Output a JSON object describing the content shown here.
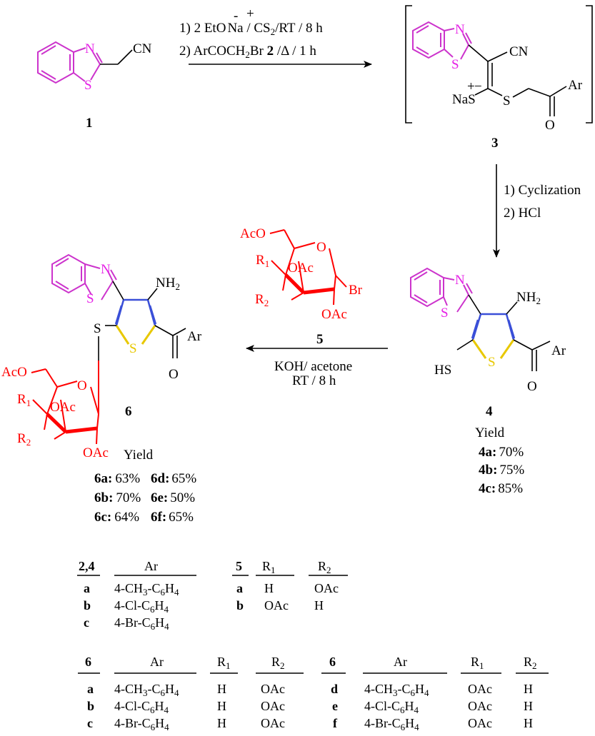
{
  "compounds": {
    "c1": {
      "label": "1",
      "cn": "CN",
      "n": "N",
      "s": "S"
    },
    "c3": {
      "label": "3",
      "cn": "CN",
      "n": "N",
      "s": "S",
      "nas": "NaS",
      "s2": "S",
      "ar": "Ar",
      "o": "O",
      "plus": "+",
      "minus": "−"
    },
    "c4": {
      "label": "4",
      "nh2": "NH",
      "nh2_sub": "2",
      "hs": "HS",
      "s": "S",
      "n": "N",
      "s_bt": "S",
      "ar": "Ar",
      "o": "O"
    },
    "c5": {
      "label": "5",
      "aco": "AcO",
      "r1": "R",
      "r1_sub": "1",
      "r2": "R",
      "r2_sub": "2",
      "o": "O",
      "oac1": "OAc",
      "oac2": "OAc",
      "br": "Br"
    },
    "c6": {
      "label": "6",
      "nh2": "NH",
      "nh2_sub": "2",
      "s_link": "S",
      "s": "S",
      "n": "N",
      "s_bt": "S",
      "ar": "Ar",
      "o": "O",
      "aco": "AcO",
      "r1": "R",
      "r1_sub": "1",
      "r2": "R",
      "r2_sub": "2",
      "o_ring": "O",
      "oac1": "OAc",
      "oac2": "OAc"
    }
  },
  "arrow1": {
    "step1_a": "1) 2 EtO",
    "step1_na": "Na",
    "step1_b": " / CS",
    "step1_sub": "2",
    "step1_c": "/RT / 8 h",
    "minus": "-",
    "plus": "+",
    "step2_a": "2) ArCOCH",
    "step2_sub": "2",
    "step2_b": "Br ",
    "step2_bold": "2",
    "step2_c": " /Δ / 1 h"
  },
  "arrow2": {
    "line1": "1) Cyclization",
    "line2": "2) HCl"
  },
  "arrow3": {
    "reagent": "5",
    "line1": "KOH/ acetone",
    "line2": "RT / 8 h"
  },
  "yields4": {
    "heading": "Yield",
    "rows": [
      {
        "id": "4a:",
        "value": "70%"
      },
      {
        "id": "4b:",
        "value": "75%"
      },
      {
        "id": "4c:",
        "value": "85%"
      }
    ]
  },
  "yields6": {
    "heading": "Yield",
    "rows": [
      {
        "id_a": "6a:",
        "val_a": "63%",
        "id_b": "6d:",
        "val_b": "65%"
      },
      {
        "id_a": "6b:",
        "val_a": "70%",
        "id_b": "6e:",
        "val_b": "50%"
      },
      {
        "id_a": "6c:",
        "val_a": "64%",
        "id_b": "6f:",
        "val_b": "65%"
      }
    ]
  },
  "table24": {
    "header_id": "2,4",
    "header_ar": "Ar",
    "rows": [
      {
        "id": "a",
        "ar": "4-CH",
        "ar_s1": "3",
        "ar_m": "-C",
        "ar_m2": "6",
        "ar_e": "H",
        "ar_s3": "4"
      },
      {
        "id": "b",
        "ar": "4-Cl-C",
        "ar_s1": "",
        "ar_m": "",
        "ar_m2": "6",
        "ar_e": "H",
        "ar_s3": "4"
      },
      {
        "id": "c",
        "ar": "4-Br-C",
        "ar_s1": "",
        "ar_m": "",
        "ar_m2": "6",
        "ar_e": "H",
        "ar_s3": "4"
      }
    ]
  },
  "table5": {
    "header_id": "5",
    "header_r1": "R",
    "header_r1_sub": "1",
    "header_r2": "R",
    "header_r2_sub": "2",
    "rows": [
      {
        "id": "a",
        "r1": "H",
        "r2": "OAc"
      },
      {
        "id": "b",
        "r1": "OAc",
        "r2": "H"
      }
    ]
  },
  "table6": {
    "header_id": "6",
    "header_ar": "Ar",
    "header_r1": "R",
    "header_r1_sub": "1",
    "header_r2": "R",
    "header_r2_sub": "2",
    "rows_left": [
      {
        "id": "a",
        "ar": "4-CH",
        "ar_s1": "3",
        "ar_m": "-C",
        "ar_m2": "6",
        "ar_e": "H",
        "ar_s3": "4",
        "r1": "H",
        "r2": "OAc"
      },
      {
        "id": "b",
        "ar": "4-Cl-C",
        "ar_s1": "",
        "ar_m": "",
        "ar_m2": "6",
        "ar_e": "H",
        "ar_s3": "4",
        "r1": "H",
        "r2": "OAc"
      },
      {
        "id": "c",
        "ar": "4-Br-C",
        "ar_s1": "",
        "ar_m": "",
        "ar_m2": "6",
        "ar_e": "H",
        "ar_s3": "4",
        "r1": "H",
        "r2": "OAc"
      }
    ],
    "rows_right": [
      {
        "id": "d",
        "ar": "4-CH",
        "ar_s1": "3",
        "ar_m": "-C",
        "ar_m2": "6",
        "ar_e": "H",
        "ar_s3": "4",
        "r1": "OAc",
        "r2": "H"
      },
      {
        "id": "e",
        "ar": "4-Cl-C",
        "ar_s1": "",
        "ar_m": "",
        "ar_m2": "6",
        "ar_e": "H",
        "ar_s3": "4",
        "r1": "OAc",
        "r2": "H"
      },
      {
        "id": "f",
        "ar": "4-Br-C",
        "ar_s1": "",
        "ar_m": "",
        "ar_m2": "6",
        "ar_e": "H",
        "ar_s3": "4",
        "r1": "OAc",
        "r2": "H"
      }
    ]
  }
}
